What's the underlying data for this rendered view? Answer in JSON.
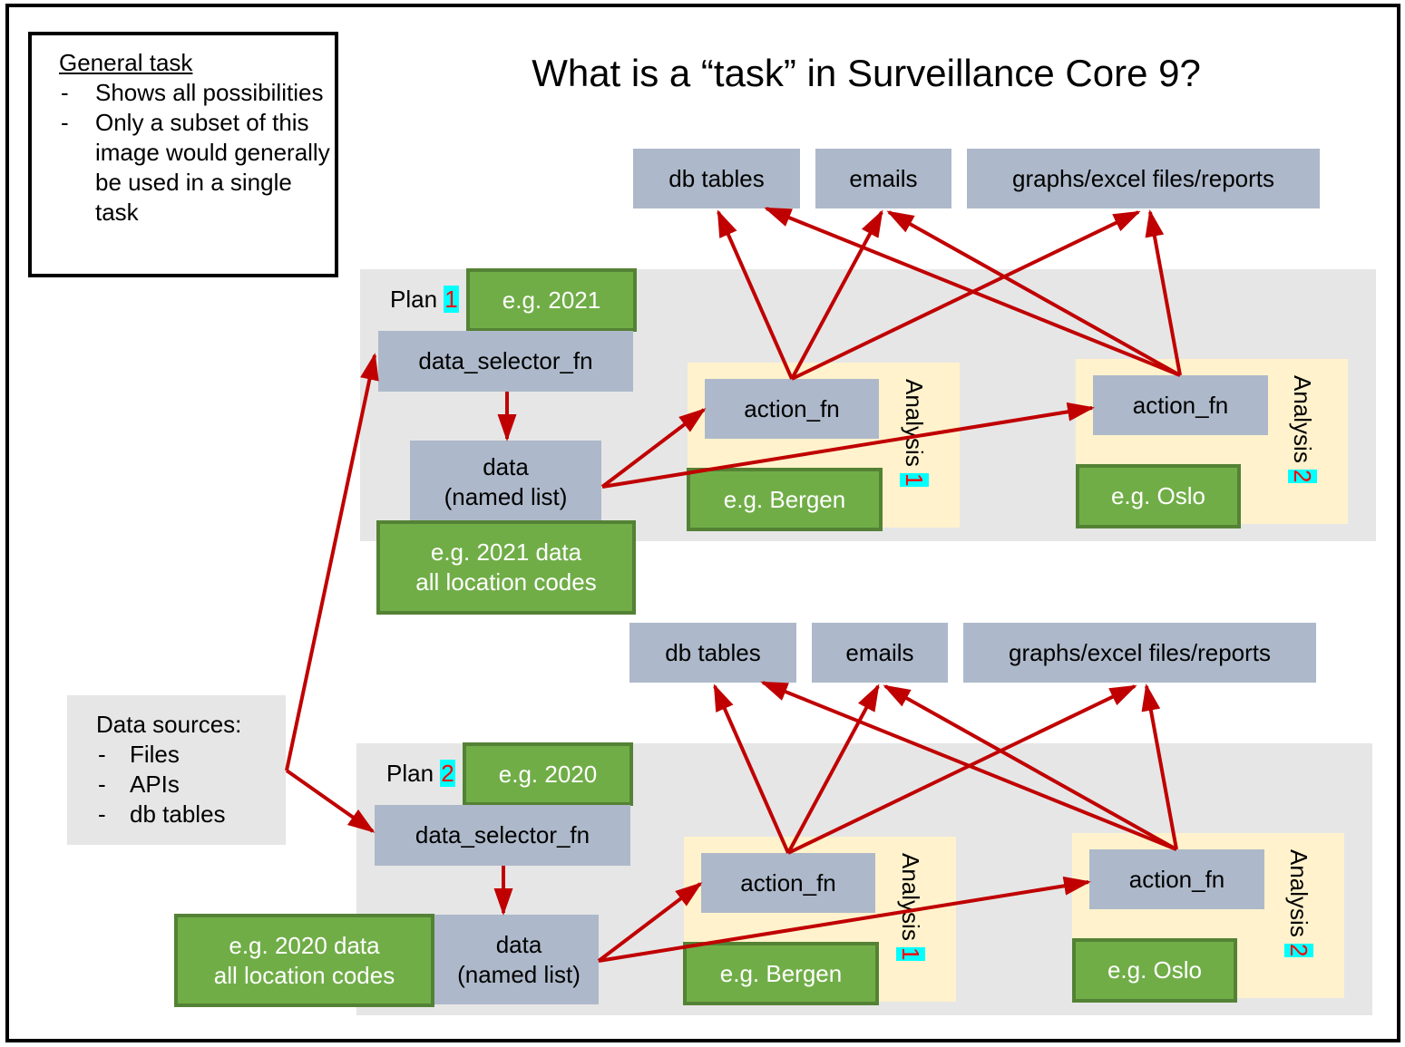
{
  "title": "What is a “task” in Surveillance Core 9?",
  "note": {
    "heading": "General task",
    "bullets": [
      "Shows all possibilities",
      "Only a subset of this image would generally be used in a single task"
    ]
  },
  "data_sources": {
    "heading": "Data sources:",
    "items": [
      "Files",
      "APIs",
      "db tables"
    ]
  },
  "outputs": [
    "db tables",
    "emails",
    "graphs/excel files/reports"
  ],
  "plans": [
    {
      "label": "Plan",
      "number": "1",
      "example": "e.g. 2021",
      "selector": "data_selector_fn",
      "data_line1": "data",
      "data_line2": "(named list)",
      "data_example_line1": "e.g. 2021 data",
      "data_example_line2": "all location codes",
      "analyses": [
        {
          "action": "action_fn",
          "label": "Analysis",
          "number": "1",
          "example": "e.g. Bergen"
        },
        {
          "action": "action_fn",
          "label": "Analysis",
          "number": "2",
          "example": "e.g. Oslo"
        }
      ]
    },
    {
      "label": "Plan",
      "number": "2",
      "example": "e.g. 2020",
      "selector": "data_selector_fn",
      "data_line1": "data",
      "data_line2": "(named list)",
      "data_example_line1": "e.g. 2020 data",
      "data_example_line2": "all location codes",
      "analyses": [
        {
          "action": "action_fn",
          "label": "Analysis",
          "number": "1",
          "example": "e.g. Bergen"
        },
        {
          "action": "action_fn",
          "label": "Analysis",
          "number": "2",
          "example": "e.g. Oslo"
        }
      ]
    }
  ],
  "colors": {
    "arrow": "#c00000",
    "function_box": "#adb9ca",
    "example_box": "#70ad47",
    "example_border": "#548235",
    "analysis_bg": "#fff2cc",
    "plan_bg": "#e6e6e6",
    "number_highlight": "#00ffff",
    "number_text": "#ff0000"
  }
}
